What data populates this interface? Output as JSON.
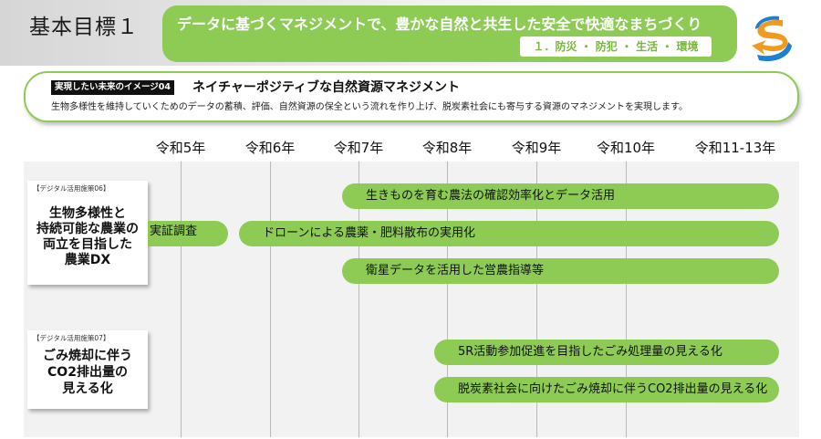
{
  "header": {
    "goal_title": "基本目標１",
    "goal_banner": "データに基づくマネジメントで、豊かな自然と共生した安全で快適なまちづくり",
    "goal_sub": "１．防災 ・ 防犯 ・ 生活 ・ 環境"
  },
  "vision": {
    "tag": "実現したい未来のイメージ04",
    "title": "ネイチャーポジティブな自然資源マネジメント",
    "description": "生物多様性を維持していくためのデータの蓄積、評価、自然資源の保全という流れを作り上げ、脱炭素社会にも寄与する資源のマネジメントを実現します。"
  },
  "years": [
    "令和5年",
    "令和6年",
    "令和7年",
    "令和8年",
    "令和9年",
    "令和10年",
    "令和11-13年"
  ],
  "policies": [
    {
      "tag": "【デジタル活用施策06】",
      "title_lines": [
        "生物多様性と",
        "持続可能な農業の",
        "両立を目指した",
        "農業DX"
      ],
      "pilot": "実証調査",
      "bars": [
        "生きものを育む農法の確認効率化とデータ活用",
        "ドローンによる農薬・肥料散布の実用化",
        "衛星データを活用した営農指導等"
      ]
    },
    {
      "tag": "【デジタル活用施策07】",
      "title_lines": [
        "ごみ焼却に伴う",
        "CO2排出量の",
        "見える化"
      ],
      "bars": [
        "5R活動参加促進を目指したごみ処理量の見える化",
        "脱炭素社会に向けたごみ焼却に伴うCO2排出量の見える化"
      ]
    }
  ],
  "colors": {
    "accent_green": "#8dcb55",
    "panel_gray": "#f2f2f2",
    "logo_blue": "#1f7fd0",
    "logo_orange": "#f29a1f"
  }
}
